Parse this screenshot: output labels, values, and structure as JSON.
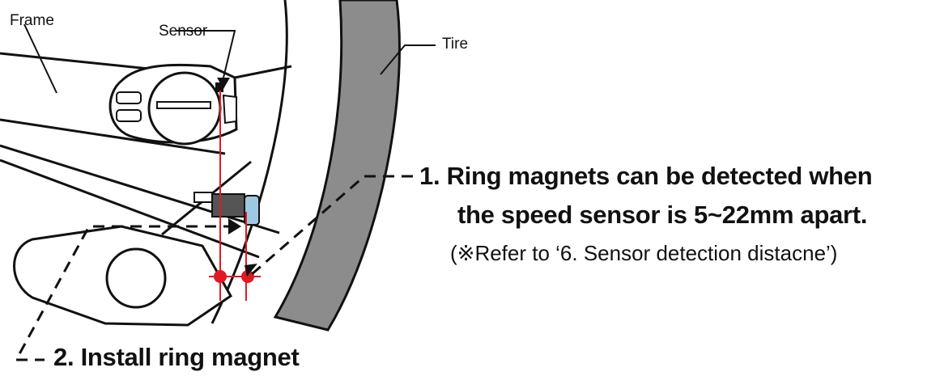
{
  "labels": {
    "frame": "Frame",
    "sensor": "Sensor",
    "tire": "Tire"
  },
  "steps": {
    "step1_line1": "1. Ring magnets can be detected when",
    "step1_line2": "the speed sensor is 5~22mm apart.",
    "step1_note": "(※Refer to ‘6. Sensor detection distacne’)",
    "step2": "2. Install ring magnet"
  },
  "colors": {
    "ink": "#111111",
    "tire": "#8c8c8c",
    "guide": "#e01a22"
  }
}
